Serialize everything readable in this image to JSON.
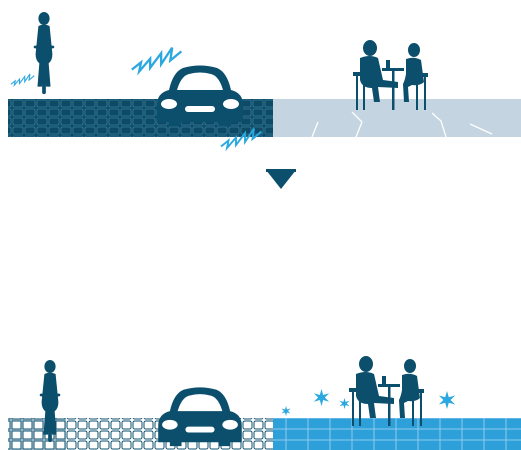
{
  "figure": {
    "panels": [
      {
        "id": "before",
        "segments": [
          {
            "kind": "cobblestone-dark",
            "label": ""
          },
          {
            "kind": "cracked-pavement",
            "label": ""
          }
        ],
        "figures": [
          "cyclist-icon",
          "car-icon",
          "cafe-people-icon",
          "noise-burst-icon"
        ]
      },
      {
        "id": "after",
        "segments": [
          {
            "kind": "grid-light",
            "label": ""
          },
          {
            "kind": "cobblestone-outline",
            "label": ""
          },
          {
            "kind": "blue-tile",
            "label": ""
          }
        ],
        "figures": [
          "cyclist-icon",
          "car-icon",
          "cafe-people-icon",
          "sparkle-icon"
        ]
      }
    ],
    "arrow": "down-arrow-icon"
  },
  "colors": {
    "navy": "#0b4f6c",
    "dark_blue": "#0c3f5c",
    "light_blue": "#c4d4e0",
    "accent_blue": "#2aa8df",
    "tile_blue": "#2d9fd9",
    "white": "#ffffff"
  }
}
